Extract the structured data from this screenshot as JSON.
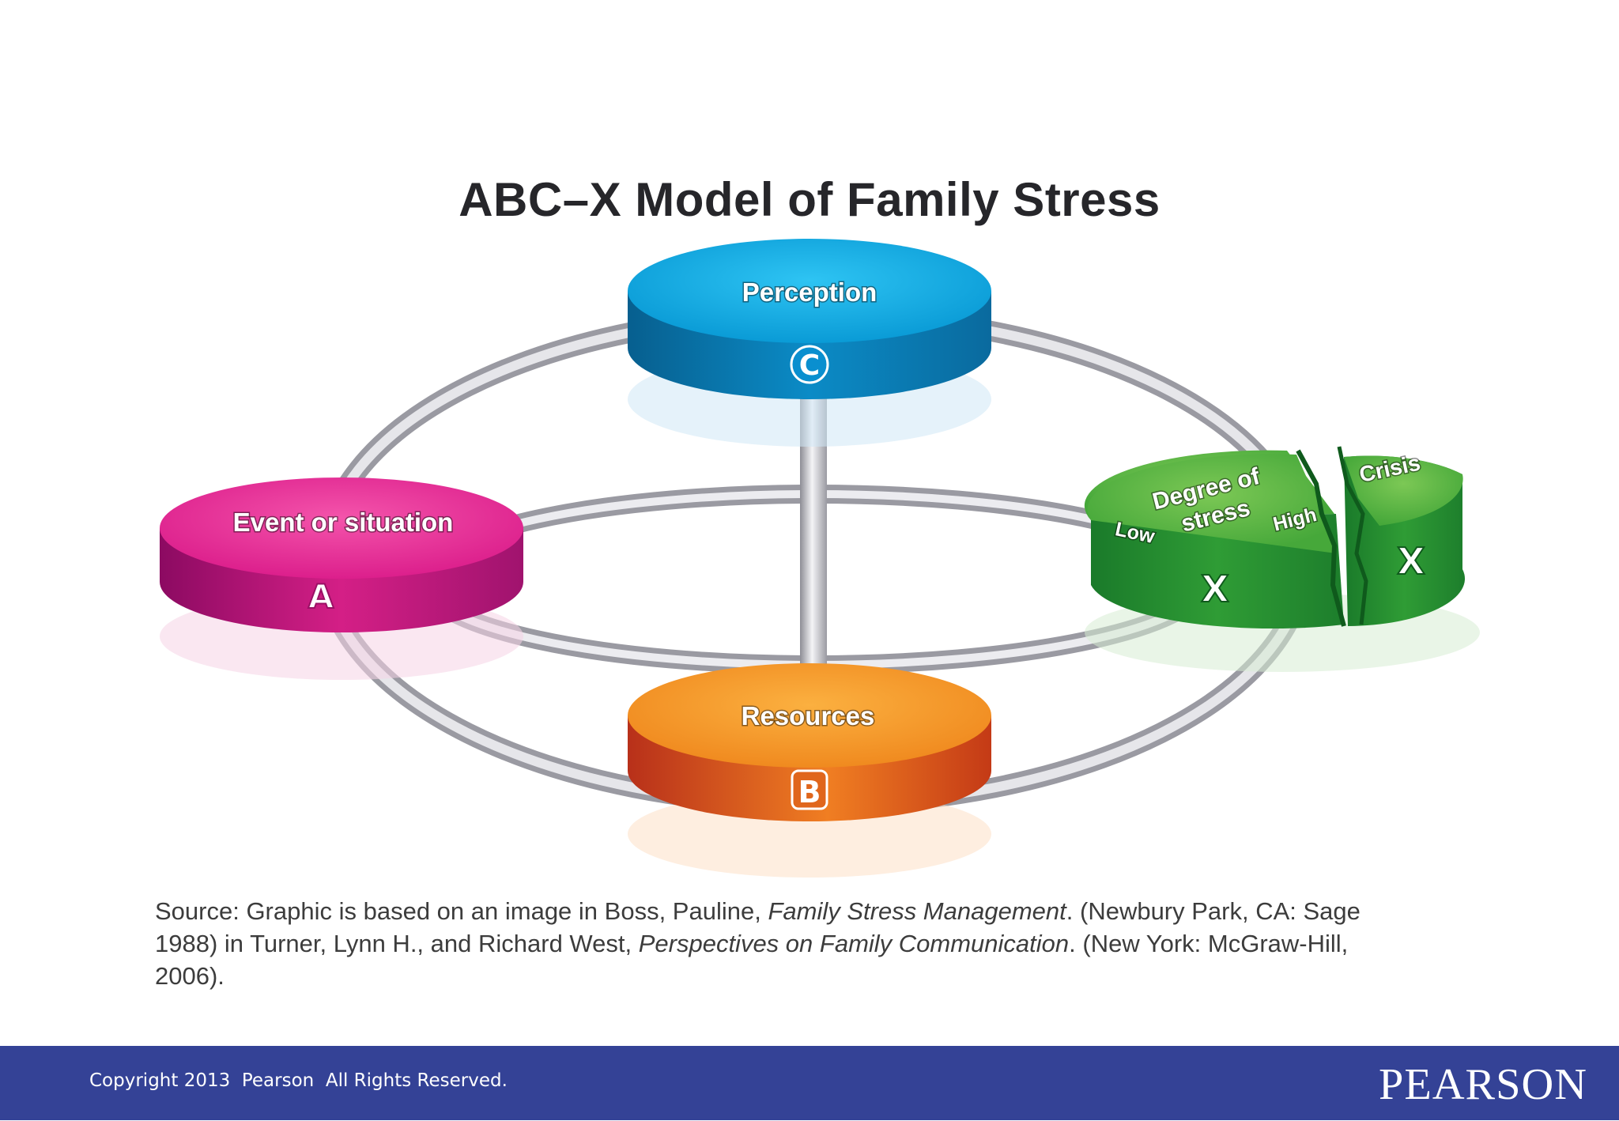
{
  "title": "ABC–X Model of Family Stress",
  "nodes": {
    "perception": {
      "label": "Perception",
      "letter": "C",
      "color": "#0aa6e0"
    },
    "event": {
      "label": "Event or situation",
      "letter": "A",
      "color": "#e2248f"
    },
    "resources": {
      "label": "Resources",
      "letter": "B",
      "color": "#f3891f"
    },
    "stress": {
      "label_line1": "Degree of",
      "label_line2": "stress",
      "low": "Low",
      "high": "High",
      "crisis": "Crisis",
      "letter": "X",
      "color": "#3aa53c"
    }
  },
  "source": {
    "prefix": "Source: Graphic is based on an image in Boss, Pauline, ",
    "book1": "Family Stress Management",
    "mid": ". (Newbury Park, CA: Sage 1988) in Turner, Lynn H., and Richard West, ",
    "book2": "Perspectives on Family Communication",
    "suffix": ". (New York: McGraw-Hill, 2006)."
  },
  "footer": {
    "copyright": "Copyright 2013  Pearson  All Rights Reserved.",
    "logo": "PEARSON",
    "background": "#344296"
  }
}
